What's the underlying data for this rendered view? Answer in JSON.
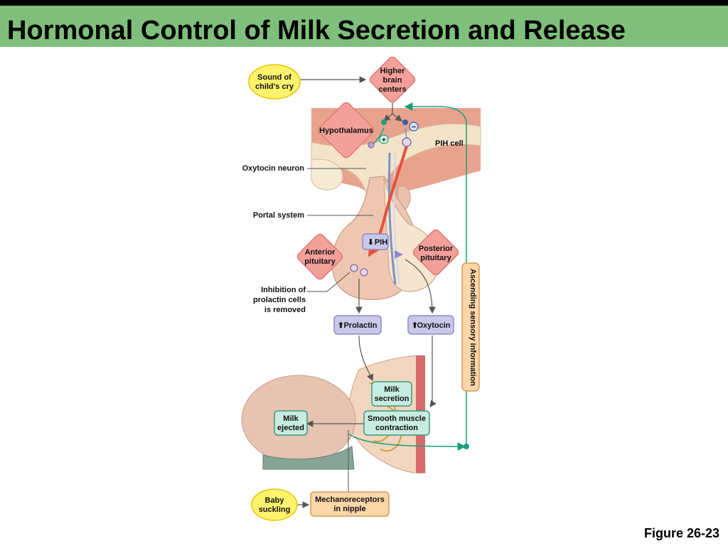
{
  "slide": {
    "title": "Hormonal Control of Milk Secretion and Release",
    "figure_label": "Figure 26-23"
  },
  "diagram": {
    "stimuli": {
      "sound": [
        "Sound of",
        "child’s cry"
      ],
      "baby": [
        "Baby",
        "suckling"
      ]
    },
    "centers": {
      "higher_brain": [
        "Higher",
        "brain",
        "centers"
      ],
      "hypothalamus": "Hypothalamus",
      "anterior_pituitary": [
        "Anterior",
        "pituitary"
      ],
      "posterior_pituitary": [
        "Posterior",
        "pituitary"
      ]
    },
    "labels": {
      "pih_cell": "PIH cell",
      "oxytocin_neuron": "Oxytocin neuron",
      "portal_system": "Portal system",
      "inhibition": [
        "Inhibition of",
        "prolactin cells",
        "is removed"
      ],
      "ascending": "Ascending sensory information",
      "plus_sign": "+",
      "minus_sign": "−"
    },
    "hormones": {
      "pih": "PIH",
      "prolactin": "Prolactin",
      "oxytocin": "Oxytocin",
      "arrow_down": "⬇",
      "arrow_up": "⬆"
    },
    "responses": {
      "milk_secretion": [
        "Milk",
        "secretion"
      ],
      "smooth_muscle": [
        "Smooth muscle",
        "contraction"
      ],
      "milk_ejected": [
        "Milk",
        "ejected"
      ],
      "mechanoreceptors": [
        "Mechanoreceptors",
        "in nipple"
      ]
    },
    "colors": {
      "title_bar": "#7fbf7b",
      "diamond_fill": "#f4a09a",
      "diamond_stroke": "#e07a74",
      "hormone_fill": "#c9c7ea",
      "hormone_stroke": "#8f8bc8",
      "response_fill": "#c8ece2",
      "response_stroke": "#3a9a7c",
      "stimulus_fill": "#fff36e",
      "stimulus_stroke": "#e3c400",
      "receptor_fill": "#fbd6a8",
      "receptor_stroke": "#d79a55",
      "sensory_line": "#1aa078",
      "pih_line": "#e8503a"
    }
  }
}
